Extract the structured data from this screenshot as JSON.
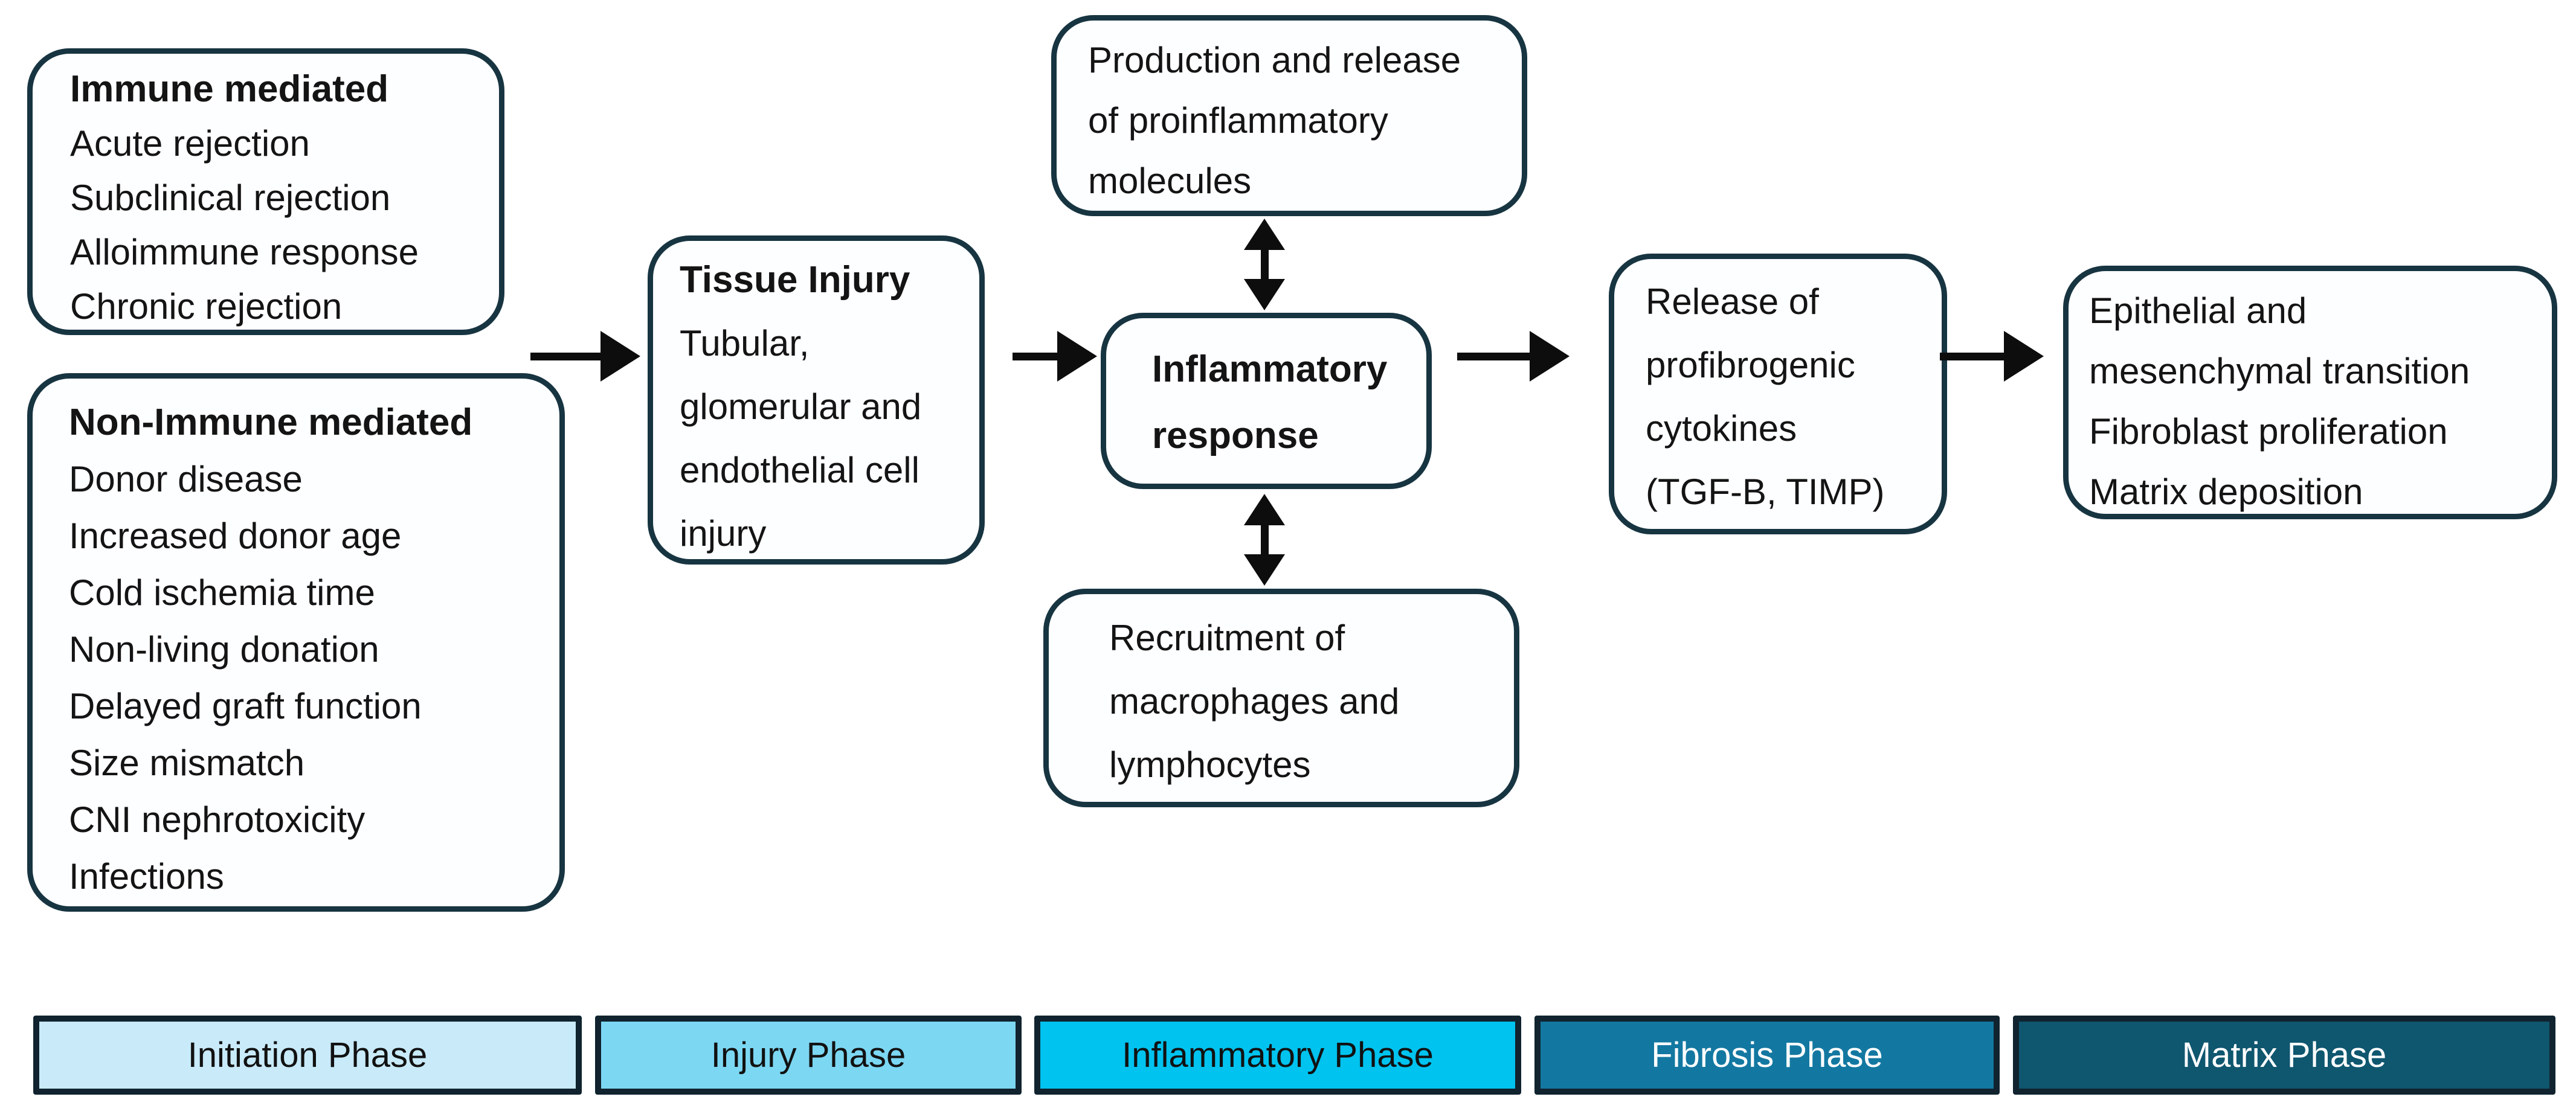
{
  "colors": {
    "box_border": "#173441",
    "box_background": "#fdfeff",
    "arrow": "#0d0d0d",
    "text": "#141414",
    "phase_border": "#10232f"
  },
  "boxes": {
    "immune": {
      "title": "Immune mediated",
      "lines": [
        "Acute rejection",
        "Subclinical rejection",
        "Alloimmune response",
        "Chronic rejection"
      ]
    },
    "non_immune": {
      "title": "Non-Immune mediated",
      "lines": [
        "Donor disease",
        "Increased donor age",
        "Cold ischemia time",
        "Non-living donation",
        "Delayed graft function",
        "Size mismatch",
        "CNI nephrotoxicity",
        "Infections"
      ]
    },
    "tissue_injury": {
      "title": "Tissue Injury",
      "lines": [
        "Tubular,",
        "glomerular and",
        "endothelial cell",
        "injury"
      ]
    },
    "production": {
      "lines": [
        "Production and release",
        "of proinflammatory",
        "molecules"
      ]
    },
    "inflammatory_response": {
      "lines": [
        "Inflammatory",
        "response"
      ]
    },
    "recruitment": {
      "lines": [
        "Recruitment of",
        "macrophages and",
        "lymphocytes"
      ]
    },
    "release_cytokines": {
      "lines": [
        "Release of",
        "profibrogenic",
        "cytokines",
        "(TGF-B, TIMP)"
      ]
    },
    "outcomes": {
      "lines": [
        "Epithelial and",
        "mesenchymal transition",
        "Fibroblast proliferation",
        "Matrix deposition"
      ]
    }
  },
  "phases": [
    {
      "label": "Initiation Phase",
      "bg": "#c8eaf9",
      "fg": "#111111"
    },
    {
      "label": "Injury Phase",
      "bg": "#7cd7f3",
      "fg": "#111111"
    },
    {
      "label": "Inflammatory Phase",
      "bg": "#00c3ef",
      "fg": "#111111"
    },
    {
      "label": "Fibrosis Phase",
      "bg": "#1378a1",
      "fg": "#ffffff"
    },
    {
      "label": "Matrix Phase",
      "bg": "#0f566f",
      "fg": "#ffffff"
    }
  ]
}
